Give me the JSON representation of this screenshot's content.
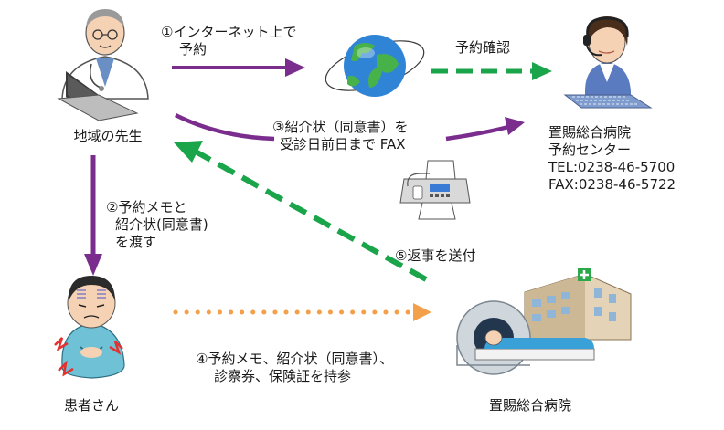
{
  "nodes": {
    "doctor": {
      "label": "地域の先生"
    },
    "patient": {
      "label": "患者さん"
    },
    "center": {
      "name": "置賜総合病院",
      "dept": "予約センター",
      "tel": "TEL:0238-46-5700",
      "fax": "FAX:0238-46-5722"
    },
    "hospital": {
      "label": "置賜総合病院"
    }
  },
  "steps": {
    "s1": {
      "line1": "①インターネット上で",
      "line2": "予約"
    },
    "confirm": {
      "label": "予約確認"
    },
    "s3": {
      "line1": "③紹介状（同意書）を",
      "line2": "受診日前日まで FAX"
    },
    "s2": {
      "line1": "②予約メモと",
      "line2": "紹介状(同意書)",
      "line3": "を渡す"
    },
    "s5": {
      "label": "⑤返事を送付"
    },
    "s4": {
      "line1": "④予約メモ、紹介状（同意書）、",
      "line2": "診察券、保険証を持参"
    }
  },
  "colors": {
    "purple": "#7b2d8e",
    "green": "#1aa54a",
    "orange": "#f4a04a"
  },
  "icons": [
    "doctor-laptop-icon",
    "globe-icon",
    "operator-headset-icon",
    "fax-machine-icon",
    "sick-patient-icon",
    "hospital-mri-icon"
  ]
}
